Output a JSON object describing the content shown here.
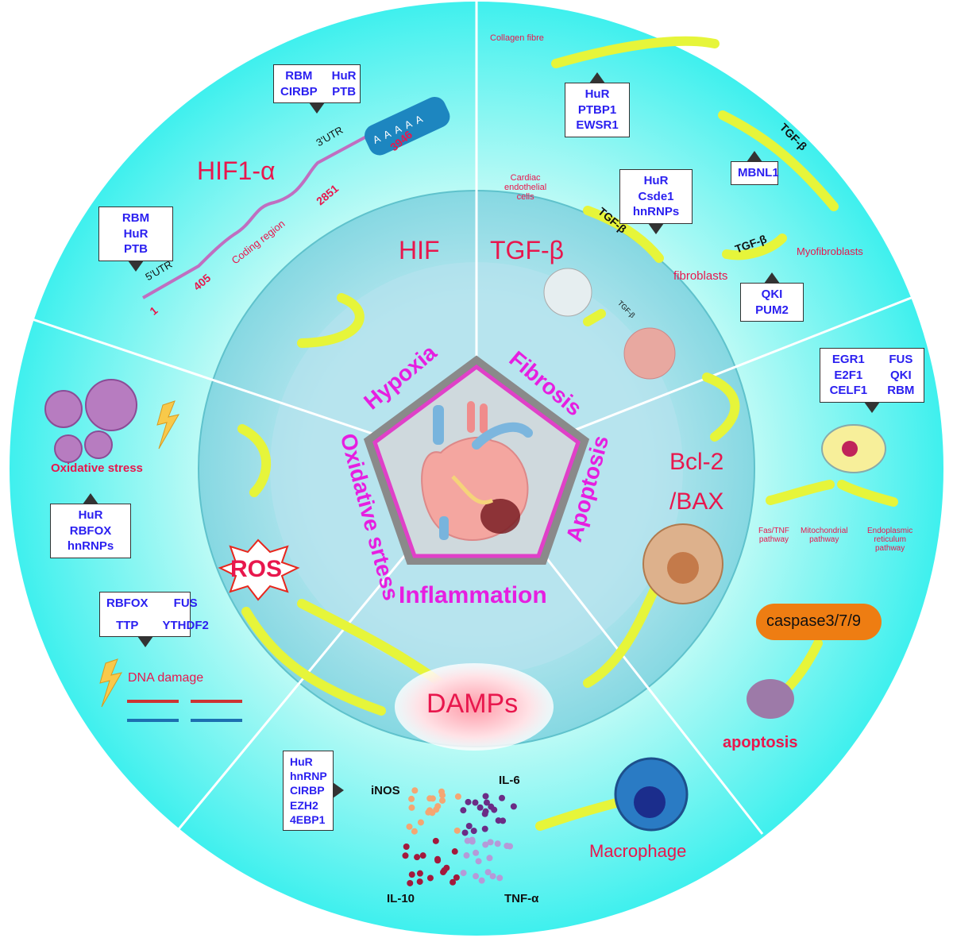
{
  "center": {
    "pentagon_labels": [
      "Hypoxia",
      "Fibrosis",
      "Apoptosis",
      "Inflammation",
      "Oxidative srtess"
    ],
    "heart_icon": "heart-with-infarct-icon"
  },
  "inner_ring": {
    "hif": "HIF",
    "tgf": "TGF-β",
    "tgf_small": "TGF-β",
    "bcl": "Bcl-2",
    "bax": "/BAX",
    "ros": "ROS",
    "damps": "DAMPs"
  },
  "hif_section": {
    "title": "HIF1-α",
    "utr5": "5'UTR",
    "utr3": "3'UTR",
    "coding": "Coding region",
    "positions": [
      "1",
      "405",
      "2851",
      "3946"
    ],
    "polyA": [
      "A",
      "A",
      "A",
      "A",
      "A"
    ],
    "box_5utr": [
      "RBM",
      "HuR",
      "PTB"
    ],
    "box_3utr": [
      "RBM",
      "HuR",
      "CIRBP",
      "PTB"
    ]
  },
  "fibrosis_section": {
    "collagen": "Collagen fibre",
    "cardiac": [
      "Cardiac",
      "endothelial",
      "cells"
    ],
    "fibroblasts": "fibroblasts",
    "myofibroblasts": "Myofibroblasts",
    "tgf_labels": [
      "TGF-β",
      "TGF-β",
      "TGF-β"
    ],
    "box_collagen": [
      "HuR",
      "PTBP1",
      "EWSR1"
    ],
    "box_mbnl": [
      "MBNL1"
    ],
    "box_endothelial": [
      "HuR Csde1",
      "hnRNPs"
    ],
    "box_fibroblast": [
      "QKI",
      "PUM2"
    ]
  },
  "apoptosis_section": {
    "box": [
      "EGR1",
      "FUS",
      "E2F1",
      "QKI",
      "CELF1",
      "RBM"
    ],
    "pathways": [
      [
        "Fas/TNF",
        "pathway"
      ],
      [
        "Mitochondrial",
        "pathway"
      ],
      [
        "Endoplasmic",
        "reticulum",
        "pathway"
      ]
    ],
    "caspase": "caspase3/7/9",
    "apoptosis": "apoptosis",
    "colors": {
      "caspase": "#ee7d12"
    }
  },
  "inflammation_section": {
    "box": [
      "HuR",
      "hnRNP",
      "CIRBP",
      "EZH2",
      "4EBP1"
    ],
    "cytokines": [
      "iNOS",
      "IL-6",
      "IL-10",
      "TNF-α"
    ],
    "macrophage": "Macrophage"
  },
  "oxidative_section": {
    "oxidative": "Oxidative stress",
    "box_oxidative": [
      "HuR",
      "RBFOX",
      "hnRNPs"
    ],
    "box_dna": [
      "RBFOX",
      "FUS",
      "TTP",
      "YTHDF2"
    ],
    "dna": "DNA damage"
  },
  "colors": {
    "outer_ring": "#4ff0ec",
    "middle_ring": "#8cdde6",
    "inner_disc": "#b4e2ec",
    "label_red": "#e8174d",
    "label_magenta": "#e61ee0",
    "box_text": "#2a1ff0",
    "arrow": "#e6f53a"
  }
}
